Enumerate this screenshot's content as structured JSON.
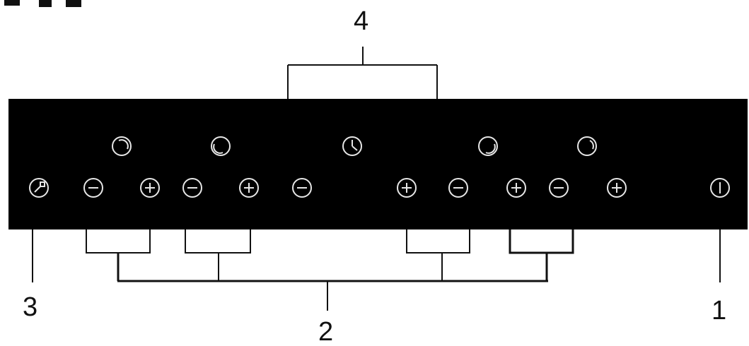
{
  "callouts": {
    "one": "1",
    "two": "2",
    "three": "3",
    "four": "4"
  },
  "colors": {
    "panel": "#000000",
    "symbol": "#e6e6e6",
    "line": "#111111",
    "background": "#ffffff"
  },
  "icons": {
    "zone_indicators": [
      "zone-rear-left-icon",
      "zone-front-left-icon",
      "timer-clock-icon",
      "zone-front-right-icon",
      "zone-rear-right-icon"
    ],
    "controls": [
      "child-lock-key-icon",
      "minus-icon",
      "plus-icon",
      "minus-icon",
      "plus-icon",
      "minus-icon",
      "plus-icon",
      "minus-icon",
      "plus-icon",
      "minus-icon",
      "plus-icon",
      "power-on-off-icon"
    ]
  }
}
